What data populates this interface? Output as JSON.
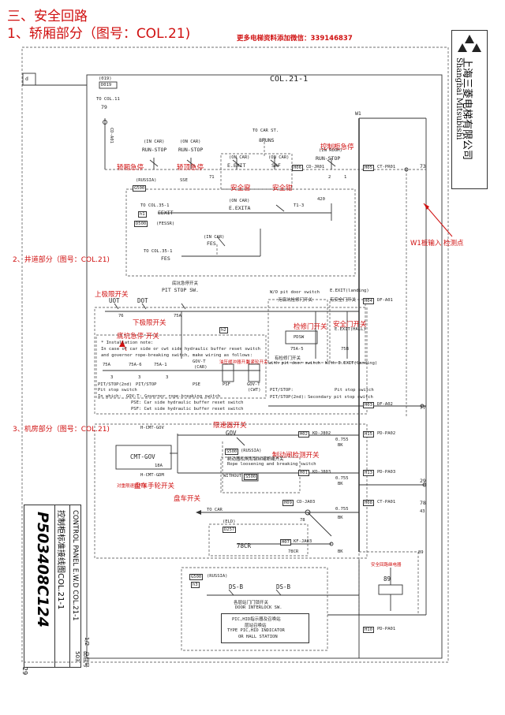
{
  "headings": {
    "section": "三、安全回路",
    "part1": "1、轿厢部分（图号：COL.21)",
    "part2": "2、井道部分（图号：COL.21)",
    "part3": "3、机房部分（图号：COL.21)",
    "watermark_text": "更多电梯资料添加微信：339146837"
  },
  "company": {
    "cn": "上海三菱电梯有限公司",
    "en": "Shanghai Mitsubishi"
  },
  "sheet": {
    "title": "COL.21-1",
    "corner": "d",
    "top_tag": "(019)",
    "top_code": "D019",
    "page_number": "29",
    "drawing_no": "P503408C124",
    "title_cn": "控制柜标准接线图COL.21-1",
    "title_en": "CONTROL PANEL E.W.D COL.21-1",
    "sheet_fraction": "1/2",
    "item_no_label": "品目号",
    "item_no": "503"
  },
  "car_section": {
    "to_col11": "TO COL.11",
    "n79": "79",
    "cd_ao1": "CD-A01",
    "to_car_st": "TO CAR ST.",
    "bruns": "8RUNS",
    "labels": [
      {
        "id": "run_stop1",
        "top": "(IN CAR)",
        "name": "RUN-STOP"
      },
      {
        "id": "run_stop2",
        "top": "(ON CAR)",
        "name": "RUN-STOP"
      },
      {
        "id": "eexit",
        "top": "(ON CAR)",
        "name": "E.EXIT"
      },
      {
        "id": "saf",
        "top": "(ON CAR)",
        "name": "SAF"
      },
      {
        "id": "run_stop3",
        "top": "(IN ROOM)",
        "name": "RUN-STOP"
      }
    ],
    "russia": "(RUSSIA)",
    "sse": "SSE",
    "n71": "71",
    "g500": "G500",
    "h06": "H06",
    "cd_jr01": "CD-JR01",
    "h05": "H05",
    "ct_pr01": "CT-PR01",
    "n73": "73",
    "n2": "2",
    "n1": "1",
    "w1": "W1",
    "to_col35_1": "TO COL.35-1",
    "eexit_label": "EEXIT",
    "on_car_eexita": "(ON CAR)",
    "eexita": "E.EXITA",
    "t1_3": "T1-3",
    "n420": "420",
    "d500": "D500",
    "fessr": "(FESSR)",
    "in_car": "(IN CAR)",
    "fes": "FES",
    "to_col35_1b": "TO COL.35-1",
    "fes2": "FES",
    "h1": "h1",
    "ann_car_stop": "轿厢急停",
    "ann_top_stop": "轿顶急停",
    "ann_cabinet_stop": "控制柜急停",
    "ann_safety_window": "安全窗",
    "ann_safety_gear": "安全钳",
    "ann_w1": "W1板输入 检测点"
  },
  "hoistway_section": {
    "ann_upper_limit": "上极限开关",
    "uot": "UOT",
    "dot": "DOT",
    "n76": "76",
    "n75a": "75A",
    "pit_stop_header_cn": "底坑急停开关",
    "pit_stop_sw": "PIT STOP SW.",
    "ann_lower_limit": "下极限开关",
    "ann_pit_stop": "底坑急停 开关",
    "note1": "* Installation note:",
    "note2": "In case of car side or cwt side hydraulic buffer reset switch",
    "note3": "and governor rope-breaking switch, make wiring as follows:",
    "n75a2": "75A",
    "n75a_6": "75A-6",
    "n75a_1": "75A-1",
    "pitstop2nd": "PIT/STOP(2nd)",
    "pitstop": "PIT/STOP",
    "pit_stop_sw2": "Pit stop switch",
    "inwhich": "In which:",
    "gov_t": "GOV-T",
    "gov_car": "(CAR)",
    "pse": "PSE",
    "psf": "PSF",
    "gov_cwt": "GOV-T",
    "cwt": "(CWT)",
    "note_gov": "GOV-T: Governor rope-breaking switch",
    "note_pse": "PSE:  Car side hydraulic buffer reset switch",
    "note_psf": "PSF:  Cwt side hydraulic buffer reset switch",
    "ann_buffer_small": "油压缓冲器开关",
    "ann_gov_small": "张紧轮开关",
    "n3": "3",
    "wo_pit": "W/O pit door switch",
    "no_pit_cn": "无底坑检修门开关",
    "eexit_landing": "E.EXIT(landing)",
    "safety_door_cn": "有安全门开关",
    "h04": "H04",
    "df_a01": "DF-A01",
    "pdsw": "PDSW",
    "n75a_5": "75A-5",
    "n75b": "75B",
    "eexit_hall": "E.EXIT(HALL)",
    "pit_door_cn": "有检修门开关",
    "with_pit": "with pit door switch",
    "with_eexit": "With E.EXIT(landing)",
    "ann_pit_door": "检修门开关",
    "ann_safety_door": "安全门开关",
    "pitstop_label": "PIT/STOP:",
    "pit_stop_switch": "Pit stop switch",
    "pitstop2_label": "PIT/STOP(2nd):",
    "secondary": "Secondary pit stop switch",
    "h03": "H03",
    "df_a02": "DF-A02",
    "n77": "77",
    "h2": "h2"
  },
  "machine_section": {
    "cmt_gov_h": "H-CMT-GOV",
    "cmt_gov": "CMT-GOV",
    "n18a": "18A",
    "h_cmt_gdm": "H-CMT-GDM",
    "ann_cwt_gov": "对重限速器开关",
    "ann_hand_crank": "盘车手轮开关",
    "ann_gov": "限速器开关",
    "gov": "GOV",
    "ann_hand_crank2": "盘车开关",
    "h02": "H02",
    "kd_j802": "KD-J802",
    "n0755": "0.755",
    "bk": "BK",
    "h15": "H15",
    "pd_pa02": "PD-PA02",
    "s500": "S500",
    "russia": "(RUSSIA)",
    "brake_cn": "制动器松闸和钢丝绳断绳开关",
    "ann_brake_check": "制动闸检测开关",
    "rope_loosen": "Rope loosening and breaking switch",
    "without": "WITHOUT",
    "s500b": "S500",
    "h01": "H01",
    "kd_j803": "KD-J803",
    "h13": "H13",
    "pd_pa03": "PD-PA03",
    "n29": "29",
    "n78": "78",
    "n43": "43",
    "to_car": "TO CAR",
    "h09": "H09",
    "cd_ja03": "CD-JA03",
    "h08": "H08",
    "ct_pa01": "CT-PA01",
    "n78b": "78",
    "eld": "(ELD)",
    "d257": "D257",
    "n78cr": "78CR",
    "h07": "H07",
    "kf_ja03": "KF-JA03",
    "n78cr2": "78CR",
    "ann_safety_relay": "安全回路继电器",
    "b9": "89",
    "b9_box": "89",
    "h10": "H10",
    "pd_pa01": "PD-PA01",
    "g500": "G500",
    "russia2": "(RUSSIA)",
    "ds_b1": "DS-B",
    "ds_b2": "DS-B",
    "door_interlock_cn": "各层站门门锁开关",
    "door_interlock": "DOOR INTERLOCK SW.",
    "hall_cn": "PIC,HID指示器及召唤站",
    "type_cn": "层站召唤站",
    "type_pic": "TYPE PIC,HID INDICATOR",
    "or_hall": "OR HALL STATION",
    "h3": "h3"
  },
  "colors": {
    "annotation": "#d01010",
    "line": "#333333"
  }
}
